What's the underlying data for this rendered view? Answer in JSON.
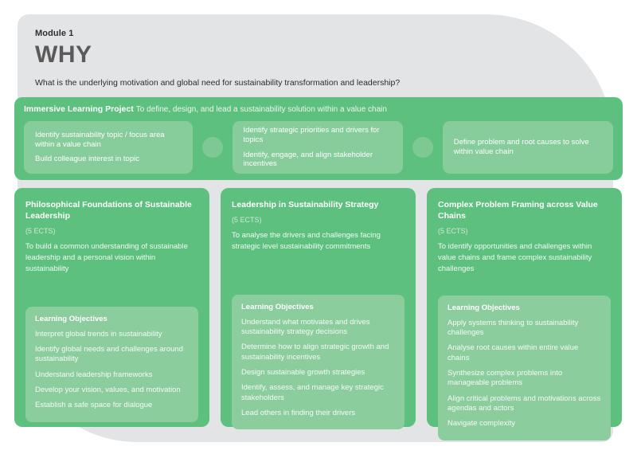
{
  "header": {
    "module_label": "Module 1",
    "module_title": "WHY",
    "module_subtitle": "What is the underlying motivation and global need for sustainability transformation and leadership?"
  },
  "immersive_learning_project": {
    "title": "Immersive Learning Project",
    "description": "To define, design, and lead a sustainability solution within a value chain",
    "steps": [
      {
        "lines": [
          "Identify sustainability topic / focus area within a value chain",
          "Build colleague interest in topic"
        ]
      },
      {
        "lines": [
          "Identify strategic priorities and drivers for topics",
          "Identify, engage, and align stakeholder incentives"
        ]
      },
      {
        "lines": [
          "Define problem and root causes to solve within value chain"
        ]
      }
    ]
  },
  "courses": [
    {
      "title": "Philosophical Foundations of Sustainable Leadership",
      "ects": "(5 ECTS)",
      "description": "To build a common understanding of sustainable leadership and a personal vision within sustainability",
      "learning_objectives_heading": "Learning Objectives",
      "learning_objectives": [
        "Interpret global trends in sustainability",
        "Identify global needs and challenges around sustainability",
        "Understand leadership frameworks",
        "Develop your vision, values, and motivation",
        "Establish a safe space for dialogue"
      ]
    },
    {
      "title": "Leadership in Sustainability Strategy",
      "ects": "(5 ECTS)",
      "description": "To analyse the drivers and challenges facing strategic level sustainability commitments",
      "learning_objectives_heading": "Learning Objectives",
      "learning_objectives": [
        "Understand what motivates and drives sustainability strategy decisions",
        "Determine how to align strategic growth and sustainability incentives",
        "Design sustainable growth strategies",
        "Identify, assess, and manage key strategic stakeholders",
        "Lead others in finding their drivers"
      ]
    },
    {
      "title": "Complex Problem Framing across Value Chains",
      "ects": "(5 ECTS)",
      "description": "To identify opportunities and challenges within value chains and frame complex sustainability challenges",
      "learning_objectives_heading": "Learning Objectives",
      "learning_objectives": [
        "Apply systems thinking to sustainability challenges",
        "Analyse root causes within entire value chains",
        "Synthesize complex problems into manageable problems",
        "Align critical problems and motivations across agendas and actors",
        "Navigate complexity"
      ]
    }
  ],
  "colors": {
    "page_background": "#ffffff",
    "panel_background": "#e3e4e6",
    "accent_green": "#5ec07f",
    "light_green": "#8ccd9e",
    "step_green": "#87cc9b",
    "dot_green": "#7ec893",
    "title_gray": "#5a5a5a",
    "text_dark": "#2b2b2b"
  }
}
